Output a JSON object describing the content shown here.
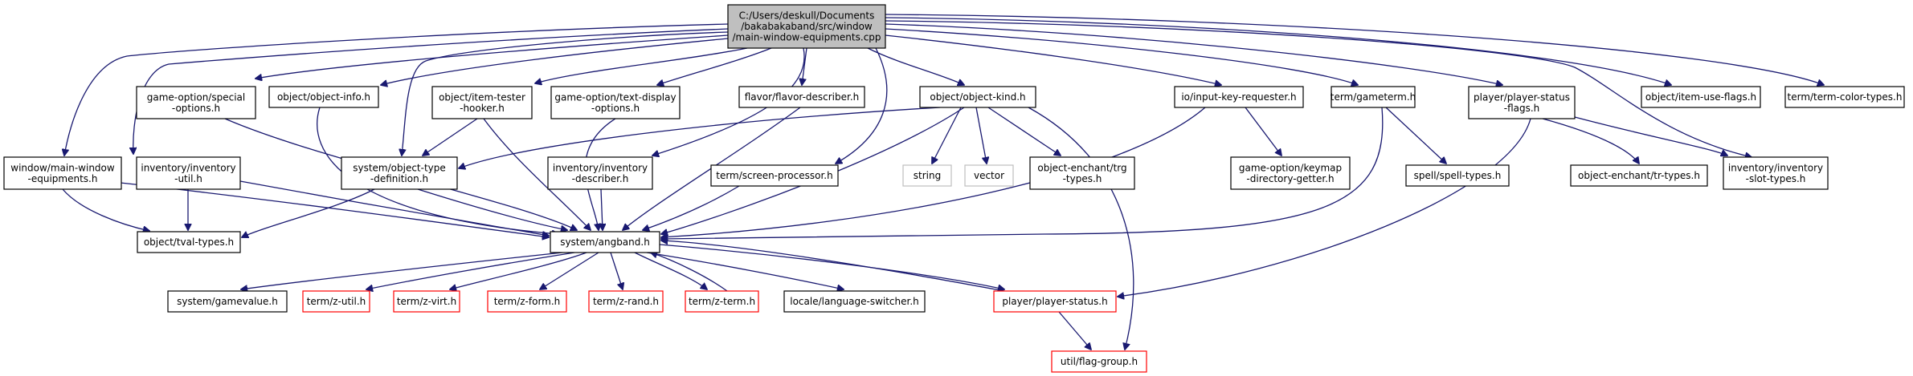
{
  "diagram": {
    "type": "include-dependency-graph",
    "colors": {
      "edge": "#191970",
      "root_fill": "#bfbfbf",
      "default_border": "#000000",
      "truncated_border": "#ff0000",
      "external_border": "#bfbfbf"
    },
    "nodes": [
      {
        "id": "root",
        "lines": [
          "C:/Users/deskull/Documents",
          "/bakabakaband/src/window",
          "/main-window-equipments.cpp"
        ],
        "style": "root"
      },
      {
        "id": "n_wme",
        "lines": [
          "window/main-window",
          "-equipments.h"
        ],
        "style": "normal"
      },
      {
        "id": "n_invutil",
        "lines": [
          "inventory/inventory",
          "-util.h"
        ],
        "style": "normal"
      },
      {
        "id": "n_gospecial",
        "lines": [
          "game-option/special",
          "-options.h"
        ],
        "style": "normal"
      },
      {
        "id": "n_objinfo",
        "lines": [
          "object/object-info.h"
        ],
        "style": "normal"
      },
      {
        "id": "n_objtype",
        "lines": [
          "system/object-type",
          "-definition.h"
        ],
        "style": "normal"
      },
      {
        "id": "n_itemtester",
        "lines": [
          "object/item-tester",
          "-hooker.h"
        ],
        "style": "normal"
      },
      {
        "id": "n_gotext",
        "lines": [
          "game-option/text-display",
          "-options.h"
        ],
        "style": "normal"
      },
      {
        "id": "n_invdesc",
        "lines": [
          "inventory/inventory",
          "-describer.h"
        ],
        "style": "normal"
      },
      {
        "id": "n_flavor",
        "lines": [
          "flavor/flavor-describer.h"
        ],
        "style": "normal"
      },
      {
        "id": "n_screen",
        "lines": [
          "term/screen-processor.h"
        ],
        "style": "normal"
      },
      {
        "id": "n_objkind",
        "lines": [
          "object/object-kind.h"
        ],
        "style": "normal"
      },
      {
        "id": "n_string",
        "lines": [
          "string"
        ],
        "style": "external"
      },
      {
        "id": "n_vector",
        "lines": [
          "vector"
        ],
        "style": "external"
      },
      {
        "id": "n_enchtrg",
        "lines": [
          "object-enchant/trg",
          "-types.h"
        ],
        "style": "normal"
      },
      {
        "id": "n_inputkey",
        "lines": [
          "io/input-key-requester.h"
        ],
        "style": "normal"
      },
      {
        "id": "n_keymap",
        "lines": [
          "game-option/keymap",
          "-directory-getter.h"
        ],
        "style": "normal"
      },
      {
        "id": "n_gameterm",
        "lines": [
          "term/gameterm.h"
        ],
        "style": "normal"
      },
      {
        "id": "n_spell",
        "lines": [
          "spell/spell-types.h"
        ],
        "style": "normal"
      },
      {
        "id": "n_psflags",
        "lines": [
          "player/player-status",
          "-flags.h"
        ],
        "style": "normal"
      },
      {
        "id": "n_enchtr",
        "lines": [
          "object-enchant/tr-types.h"
        ],
        "style": "normal"
      },
      {
        "id": "n_invslot",
        "lines": [
          "inventory/inventory",
          "-slot-types.h"
        ],
        "style": "normal"
      },
      {
        "id": "n_itemuse",
        "lines": [
          "object/item-use-flags.h"
        ],
        "style": "normal"
      },
      {
        "id": "n_termcolor",
        "lines": [
          "term/term-color-types.h"
        ],
        "style": "normal"
      },
      {
        "id": "n_tval",
        "lines": [
          "object/tval-types.h"
        ],
        "style": "normal"
      },
      {
        "id": "n_angband",
        "lines": [
          "system/angband.h"
        ],
        "style": "normal"
      },
      {
        "id": "n_gamevalue",
        "lines": [
          "system/gamevalue.h"
        ],
        "style": "normal"
      },
      {
        "id": "n_zutil",
        "lines": [
          "term/z-util.h"
        ],
        "style": "truncated"
      },
      {
        "id": "n_zvirt",
        "lines": [
          "term/z-virt.h"
        ],
        "style": "truncated"
      },
      {
        "id": "n_zform",
        "lines": [
          "term/z-form.h"
        ],
        "style": "truncated"
      },
      {
        "id": "n_zrand",
        "lines": [
          "term/z-rand.h"
        ],
        "style": "truncated"
      },
      {
        "id": "n_zterm",
        "lines": [
          "term/z-term.h"
        ],
        "style": "truncated"
      },
      {
        "id": "n_lang",
        "lines": [
          "locale/language-switcher.h"
        ],
        "style": "normal"
      },
      {
        "id": "n_pstatus",
        "lines": [
          "player/player-status.h"
        ],
        "style": "truncated"
      },
      {
        "id": "n_flaggroup",
        "lines": [
          "util/flag-group.h"
        ],
        "style": "truncated"
      }
    ],
    "edges": [
      [
        "root",
        "n_wme"
      ],
      [
        "root",
        "n_invutil"
      ],
      [
        "root",
        "n_gospecial"
      ],
      [
        "root",
        "n_objinfo"
      ],
      [
        "root",
        "n_objtype"
      ],
      [
        "root",
        "n_itemtester"
      ],
      [
        "root",
        "n_gotext"
      ],
      [
        "root",
        "n_invdesc"
      ],
      [
        "root",
        "n_flavor"
      ],
      [
        "root",
        "n_screen"
      ],
      [
        "root",
        "n_objkind"
      ],
      [
        "root",
        "n_inputkey"
      ],
      [
        "root",
        "n_gameterm"
      ],
      [
        "root",
        "n_psflags"
      ],
      [
        "root",
        "n_invslot"
      ],
      [
        "root",
        "n_itemuse"
      ],
      [
        "root",
        "n_termcolor"
      ],
      [
        "n_wme",
        "n_tval"
      ],
      [
        "n_wme",
        "n_angband"
      ],
      [
        "n_invutil",
        "n_tval"
      ],
      [
        "n_invutil",
        "n_angband"
      ],
      [
        "n_gospecial",
        "n_angband"
      ],
      [
        "n_objinfo",
        "n_angband"
      ],
      [
        "n_objtype",
        "n_tval"
      ],
      [
        "n_objtype",
        "n_angband"
      ],
      [
        "n_itemtester",
        "n_objtype"
      ],
      [
        "n_itemtester",
        "n_angband"
      ],
      [
        "n_gotext",
        "n_angband"
      ],
      [
        "n_invdesc",
        "n_angband"
      ],
      [
        "n_flavor",
        "n_angband"
      ],
      [
        "n_screen",
        "n_angband"
      ],
      [
        "n_objkind",
        "n_objtype"
      ],
      [
        "n_objkind",
        "n_angband"
      ],
      [
        "n_objkind",
        "n_string"
      ],
      [
        "n_objkind",
        "n_vector"
      ],
      [
        "n_objkind",
        "n_enchtrg"
      ],
      [
        "n_objkind",
        "n_flaggroup"
      ],
      [
        "n_inputkey",
        "n_angband"
      ],
      [
        "n_inputkey",
        "n_keymap"
      ],
      [
        "n_gameterm",
        "n_angband"
      ],
      [
        "n_gameterm",
        "n_spell"
      ],
      [
        "n_psflags",
        "n_enchtr"
      ],
      [
        "n_psflags",
        "n_invslot"
      ],
      [
        "n_psflags",
        "n_pstatus"
      ],
      [
        "n_angband",
        "n_gamevalue"
      ],
      [
        "n_angband",
        "n_zutil"
      ],
      [
        "n_angband",
        "n_zvirt"
      ],
      [
        "n_angband",
        "n_zform"
      ],
      [
        "n_angband",
        "n_zrand"
      ],
      [
        "n_angband",
        "n_zterm"
      ],
      [
        "n_angband",
        "n_lang"
      ],
      [
        "n_angband",
        "n_pstatus"
      ],
      [
        "n_zterm",
        "n_angband"
      ],
      [
        "n_pstatus",
        "n_angband"
      ],
      [
        "n_pstatus",
        "n_flaggroup"
      ]
    ]
  }
}
